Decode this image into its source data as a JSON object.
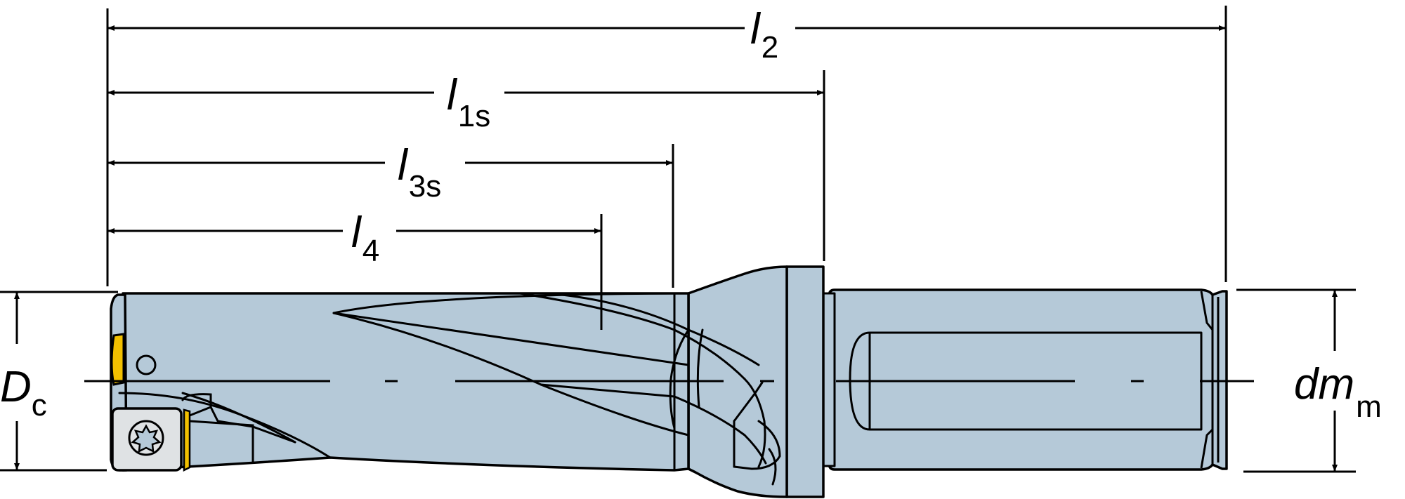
{
  "labels": {
    "l2": {
      "main": "l",
      "sub": "2"
    },
    "l1s": {
      "main": "l",
      "sub": "1s"
    },
    "l3s": {
      "main": "l",
      "sub": "3s"
    },
    "l4": {
      "main": "l",
      "sub": "4"
    },
    "dc": {
      "main": "D",
      "sub": "c"
    },
    "dmm": {
      "main": "dm",
      "sub": "m"
    }
  },
  "colors": {
    "body": "#b5c9d8",
    "outline": "#000000",
    "insert": "#f2c000",
    "insert_face": "#dfe2e4",
    "background": "#ffffff"
  }
}
